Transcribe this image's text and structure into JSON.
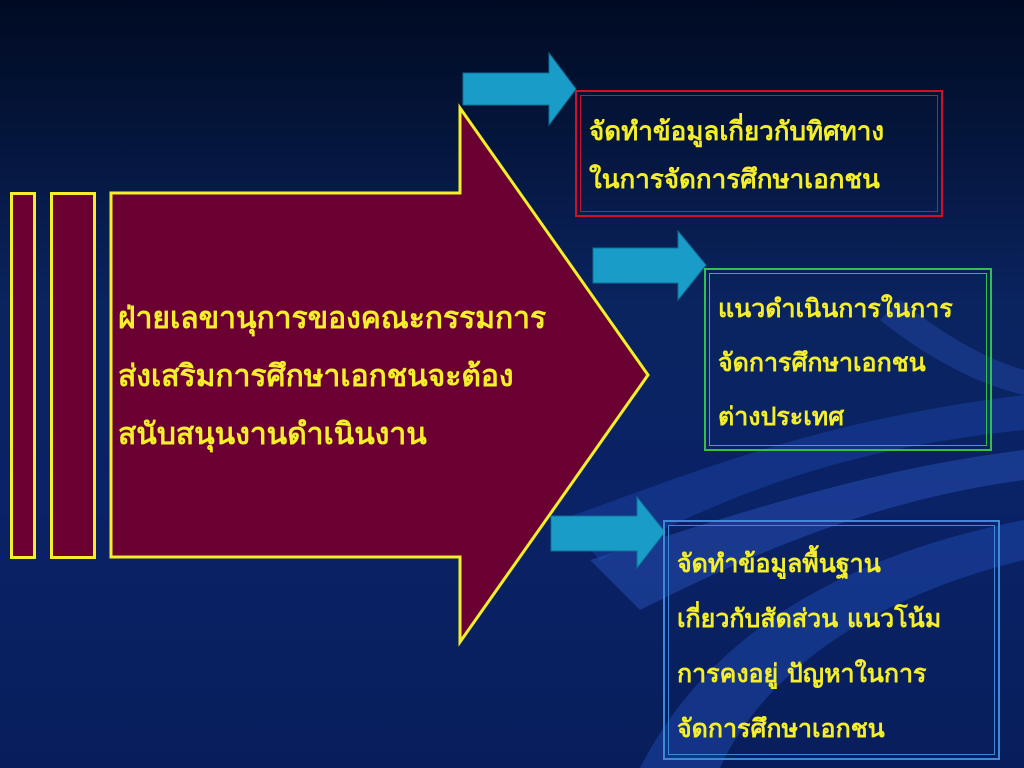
{
  "main": {
    "lines": [
      "ฝ่ายเลขานุการของคณะกรรมการ",
      "ส่งเสริมการศึกษาเอกชนจะต้อง",
      "สนับสนุนงานดำเนินงาน"
    ]
  },
  "boxes": [
    {
      "lines": [
        " จัดทำข้อมูลเกี่ยวกับทิศทาง",
        "ในการจัดการศึกษาเอกชน"
      ]
    },
    {
      "lines": [
        "แนวดำเนินการในการ",
        "จัดการศึกษาเอกชน",
        "ต่างประเทศ"
      ]
    },
    {
      "lines": [
        "จัดทำข้อมูลพื้นฐาน",
        "เกี่ยวกับสัดส่วน แนวโน้ม",
        "การคงอยู่ ปัญหาในการ",
        "จัดการศึกษาเอกชน"
      ]
    }
  ],
  "colors": {
    "text": "#f5ee2a",
    "main_fill": "#6b0033",
    "arrow_fill": "#1a9cc9",
    "box1_border": "#d0102a",
    "box2_border": "#2fc24a",
    "box3_border": "#3f88d8"
  }
}
